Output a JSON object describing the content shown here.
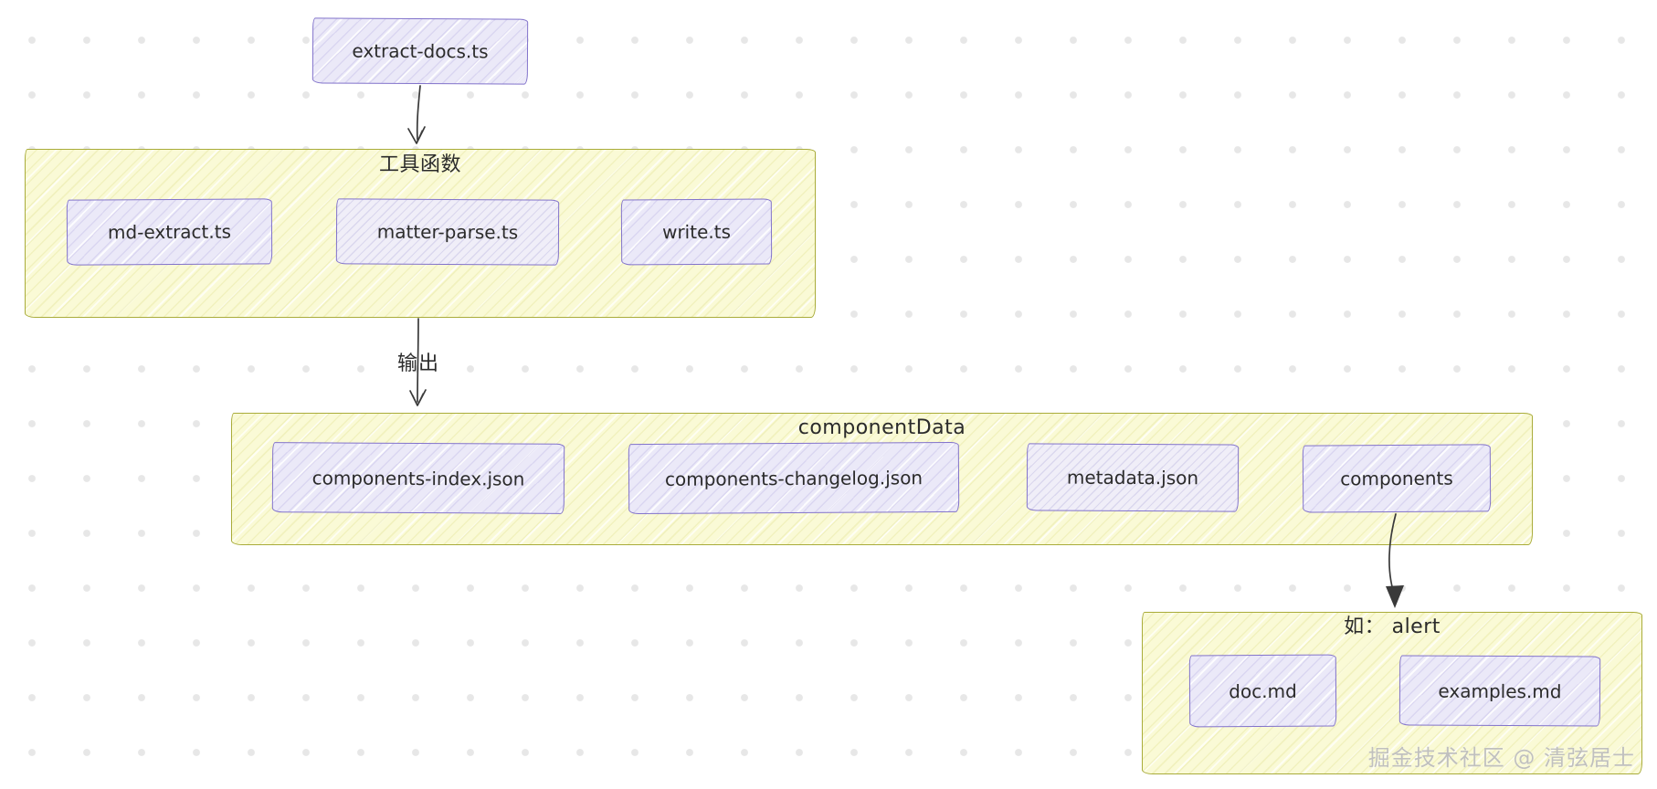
{
  "diagram": {
    "nodes": {
      "extract_docs": "extract-docs.ts",
      "md_extract": "md-extract.ts",
      "matter_parse": "matter-parse.ts",
      "write": "write.ts",
      "components_index": "components-index.json",
      "components_changelog": "components-changelog.json",
      "metadata": "metadata.json",
      "components": "components",
      "doc_md": "doc.md",
      "examples_md": "examples.md"
    },
    "groups": {
      "utils_title": "工具函数",
      "component_data_title": "componentData",
      "alert_title": "如： alert"
    },
    "edges": {
      "output_label": "输出"
    },
    "watermark": "掘金技术社区 @ 清弦居士"
  },
  "colors": {
    "node_stroke": "#8273cb",
    "node_fill": "#ebe9f8",
    "group_stroke": "#a9ac3a",
    "group_fill": "#fafad6",
    "text": "#2b2b2b",
    "arrow": "#3a3a3a",
    "watermark": "#bdbdbd",
    "background_dot": "#e7e7e7"
  }
}
